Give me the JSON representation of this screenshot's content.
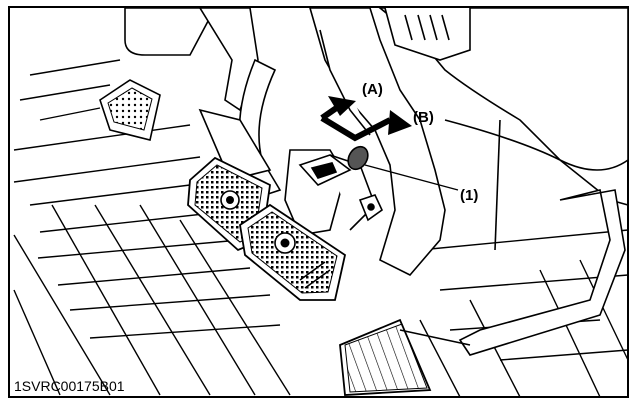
{
  "labels": {
    "a": "(A)",
    "b": "(B)",
    "one": "(1)"
  },
  "figure_code": "1SVRC00175B01",
  "colors": {
    "line": "#000000",
    "background": "#ffffff"
  }
}
